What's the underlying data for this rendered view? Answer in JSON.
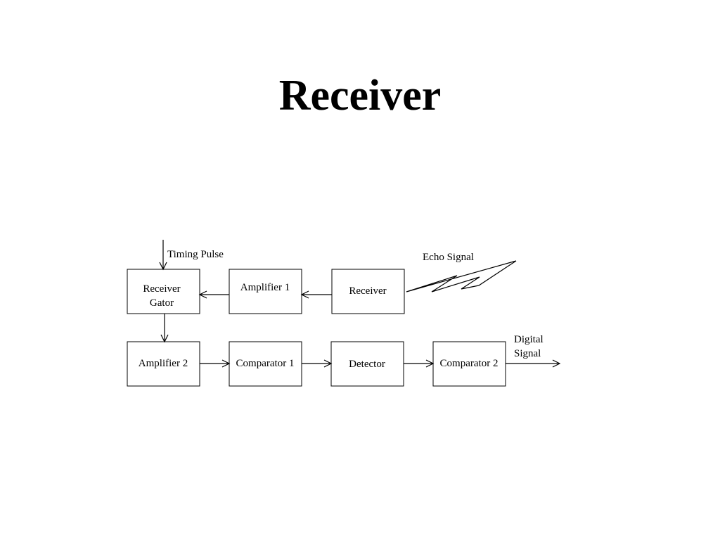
{
  "slide": {
    "title": "Receiver"
  },
  "diagram": {
    "blocks": {
      "receiver_gator": [
        "Receiver",
        "Gator"
      ],
      "amplifier_1": "Amplifier 1",
      "receiver": "Receiver",
      "amplifier_2": "Amplifier 2",
      "comparator_1": "Comparator 1",
      "detector": "Detector",
      "comparator_2": "Comparator 2"
    },
    "labels": {
      "timing_pulse": "Timing Pulse",
      "echo_signal": "Echo Signal",
      "digital_signal": [
        "Digital",
        "Signal"
      ]
    }
  }
}
